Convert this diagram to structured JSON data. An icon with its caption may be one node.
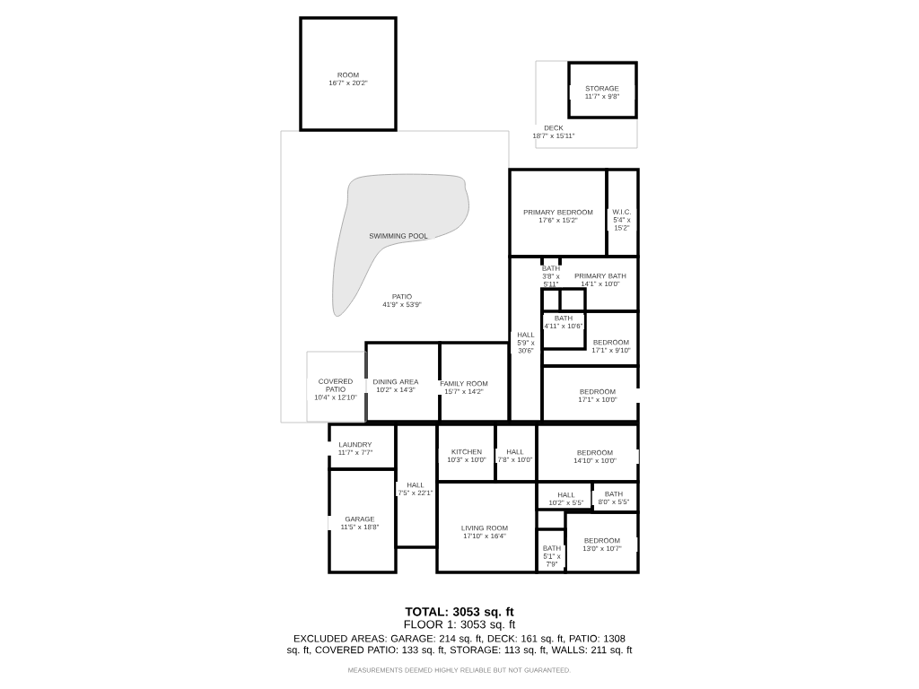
{
  "diagram": {
    "nodes": [
      {
        "text": [
          "ROOM",
          "16'7\" x 20'2\""
        ]
      },
      {
        "text": [
          "DECK",
          "18'7\" x 15'11\""
        ]
      },
      {
        "text": [
          "STORAGE",
          "11'7\" x 9'8\""
        ],
        "in": 1
      },
      {
        "text": [
          "PATIO",
          "41'9\" x 53'9\""
        ]
      },
      {
        "text": [
          "SWIMMING POOL"
        ],
        "in": 3
      },
      {
        "text": [
          "PRIMARY BEDROOM",
          "17'6\" x 15'2\""
        ]
      },
      {
        "text": [
          "W.I.C.",
          "5'4\" x 15'2\""
        ]
      },
      {
        "text": [
          "BATH",
          "3'8\" x 5'11\""
        ]
      },
      {
        "text": [
          "PRIMARY BATH",
          "14'1\" x 10'0\""
        ]
      },
      {
        "text": [
          "BATH",
          "4'11\" x 10'6\""
        ]
      },
      {
        "text": [
          "HALL",
          "5'9\" x 30'6\""
        ]
      },
      {
        "text": [
          "BEDROOM",
          "17'1\" x 9'10\""
        ]
      },
      {
        "text": [
          "COVERED PATIO",
          "10'4\" x 12'10\""
        ],
        "in": 3
      },
      {
        "text": [
          "DINING AREA",
          "10'2\" x 14'3\""
        ]
      },
      {
        "text": [
          "FAMILY ROOM",
          "15'7\" x 14'2\""
        ]
      },
      {
        "text": [
          "BEDROOM",
          "17'1\" x 10'0\""
        ]
      },
      {
        "text": [
          "LAUNDRY",
          "11'7\" x 7'7\""
        ]
      },
      {
        "text": [
          "HALL",
          "7'5\" x 22'1\""
        ]
      },
      {
        "text": [
          "KITCHEN",
          "10'3\" x 10'0\""
        ]
      },
      {
        "text": [
          "HALL",
          "7'8\" x 10'0\""
        ]
      },
      {
        "text": [
          "BEDROOM",
          "14'10\" x 10'0\""
        ]
      },
      {
        "text": [
          "HALL",
          "10'2\" x 5'5\""
        ]
      },
      {
        "text": [
          "BATH",
          "8'0\" x 5'5\""
        ]
      },
      {
        "text": [
          "GARAGE",
          "11'5\" x 18'8\""
        ]
      },
      {
        "text": [
          "LIVING ROOM",
          "17'10\" x 16'4\""
        ]
      },
      {
        "text": [
          "BATH",
          "5'1\" x 7'9\""
        ]
      },
      {
        "text": [
          "BEDROOM",
          "13'0\" x 10'7\""
        ]
      }
    ],
    "labels": [
      "TOTAL: 3053 sq. ft",
      "FLOOR 1: 3053 sq. ft",
      "EXCLUDED AREAS: GARAGE: 214 sq. ft, DECK: 161 sq. ft, PATIO: 1308 sq. ft, COVERED PATIO: 133 sq. ft, STORAGE: 113 sq. ft, WALLS: 211 sq. ft",
      "MEASUREMENTS DEEMED HIGHLY RELIABLE BUT NOT GUARANTEED."
    ]
  }
}
